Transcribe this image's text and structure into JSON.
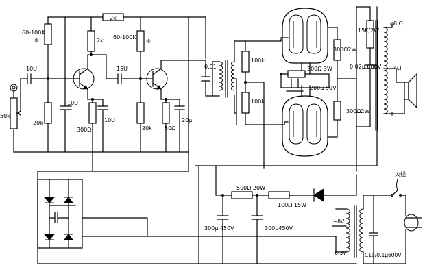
{
  "labels": {
    "r_feedback_top": "2k",
    "r_bias1": "60-100K",
    "r_bias1_mark": "❊",
    "c_in": "10U",
    "r_pot": "50k",
    "r_q1_base_gnd": "20k",
    "c_bypass1": "10U",
    "r_q1_collector": "2k",
    "c_couple": "15U",
    "r_q1_emitter": "300Ω",
    "c_q1_emitter": "10U",
    "r_bias2": "60-100K",
    "r_bias2_mark": "❊",
    "r_q2_base_gnd": "20k",
    "r_q2_emitter": "50Ω",
    "c_q2_emitter": "20μ",
    "c_out_couple": "0.01",
    "r_grid_top": "100k",
    "r_grid_bottom": "100k",
    "r_cathode": "300Ω 3W",
    "c_cathode": "200μ 50V",
    "r_screen_top": "300Ω2W",
    "r_screen_bottom": "300Ω2W",
    "r_snubber": "15K/2W",
    "c_snubber": "0.02μ 600V",
    "tap_8ohm": "8 Ω",
    "tap_4ohm": "4Ω",
    "r_filter1": "500Ω 20W",
    "r_filter2": "100Ω 15W",
    "c_filter1": "300μ 450V",
    "c_filter2": "300μ450V",
    "fuse_label": "火线",
    "sec_8v": "~8V",
    "sec_6v3": "~6.3V",
    "c_mains": "C10/0.1μ600V"
  }
}
